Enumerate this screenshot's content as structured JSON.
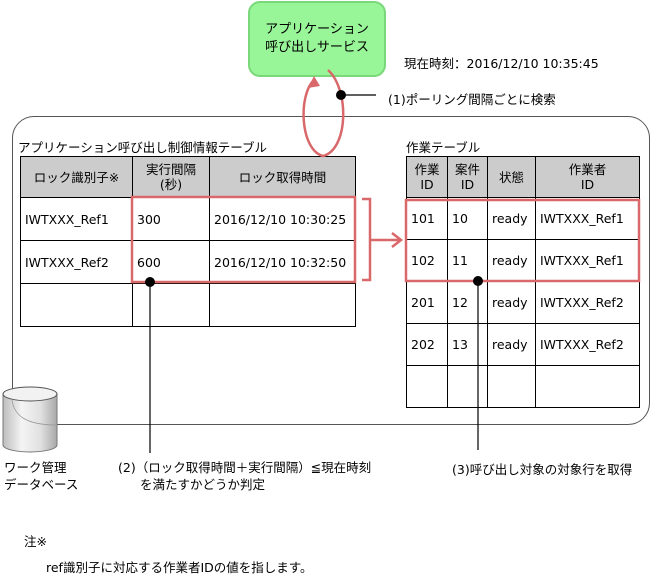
{
  "service_box": {
    "line1": "アプリケーション",
    "line2": "呼び出しサービス"
  },
  "current_time": "現在時刻：2016/12/10 10:35:45",
  "step1_label": "(1)ポーリング間隔ごとに検索",
  "left_table": {
    "title": "アプリケーション呼び出し制御情報テーブル",
    "headers": [
      "ロック識別子※",
      "実行間隔",
      "(秒)",
      "ロック取得時間"
    ],
    "rows": [
      [
        "IWTXXX_Ref1",
        "300",
        "2016/12/10 10:30:25"
      ],
      [
        "IWTXXX_Ref2",
        "600",
        "2016/12/10 10:32:50"
      ],
      [
        "",
        "",
        ""
      ]
    ]
  },
  "right_table": {
    "title": "作業テーブル",
    "headers": [
      {
        "l1": "作業",
        "l2": "ID"
      },
      {
        "l1": "案件",
        "l2": "ID"
      },
      {
        "l1": "状態",
        "l2": ""
      },
      {
        "l1": "作業者",
        "l2": "ID"
      }
    ],
    "rows": [
      [
        "101",
        "10",
        "ready",
        "IWTXXX_Ref1"
      ],
      [
        "102",
        "11",
        "ready",
        "IWTXXX_Ref1"
      ],
      [
        "201",
        "12",
        "ready",
        "IWTXXX_Ref2"
      ],
      [
        "202",
        "13",
        "ready",
        "IWTXXX_Ref2"
      ],
      [
        "",
        "",
        "",
        ""
      ]
    ]
  },
  "database": {
    "line1": "ワーク管理",
    "line2": "データベース"
  },
  "step2_label": {
    "line1": "(2)（ロック取得時間＋実行間隔）≦現在時刻",
    "line2": "を満たすかどうか判定"
  },
  "step3_label": "(3)呼び出し対象の対象行を取得",
  "note": {
    "title": "注※",
    "text": "ref識別子に対応する作業者IDの値を指します。"
  },
  "colors": {
    "highlight": "#d9686a",
    "service_fill": "#98f598",
    "service_border": "#7ad87a",
    "header_fill": "#cccccc"
  }
}
